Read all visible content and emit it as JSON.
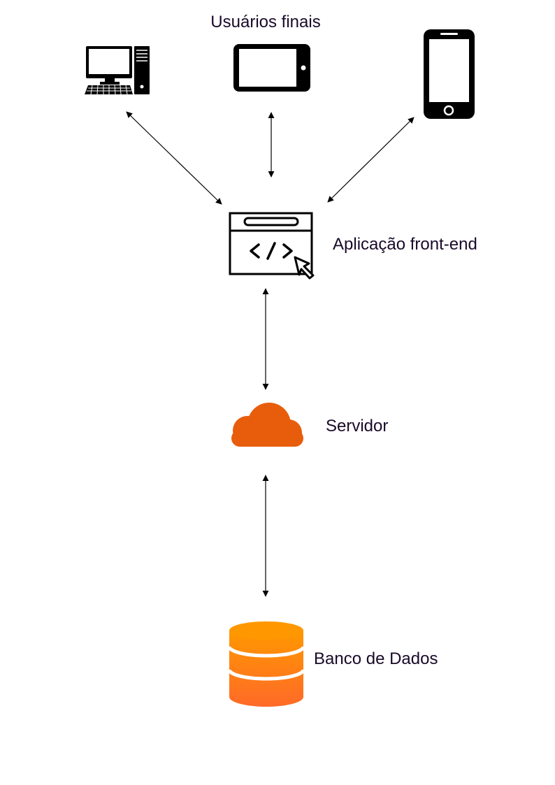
{
  "header": {
    "end_users_label": "Usuários finais"
  },
  "nodes": {
    "desktop": {
      "icon": "desktop-computer-icon"
    },
    "tablet": {
      "icon": "tablet-icon"
    },
    "phone": {
      "icon": "smartphone-icon"
    },
    "frontend": {
      "label": "Aplicação front-end",
      "icon": "browser-code-window-icon"
    },
    "server": {
      "label": "Servidor",
      "icon": "cloud-icon"
    },
    "database": {
      "label": "Banco de Dados",
      "icon": "database-icon"
    }
  },
  "colors": {
    "cloud": "#e85d0c",
    "db_top": "#ff9800",
    "db_bottom": "#ff6a28",
    "text": "#1a0a2a",
    "stroke": "#000000"
  }
}
